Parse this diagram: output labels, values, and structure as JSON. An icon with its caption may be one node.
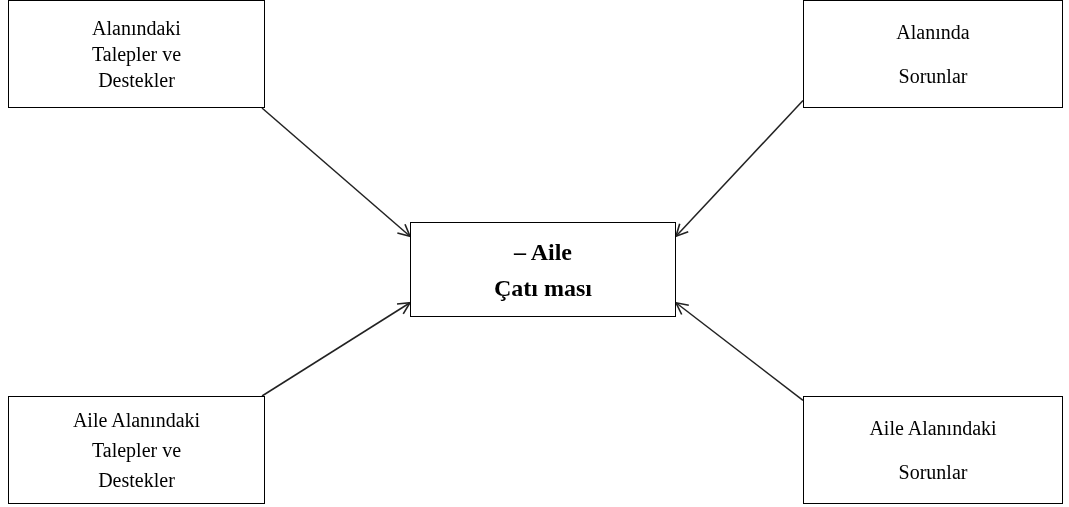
{
  "diagram": {
    "nodes": [
      {
        "text": [
          "Alanındaki Talepler ve Destekler"
        ]
      },
      {
        "text": [
          "Alanında Sorunlar"
        ]
      },
      {
        "text": [
          "– Aile Çatı ması"
        ]
      },
      {
        "text": [
          "Aile Alanındaki Talepler ve Destekler"
        ]
      },
      {
        "text": [
          "Aile Alanındaki Sorunlar"
        ]
      }
    ],
    "edges": [
      {
        "from": 0,
        "to": 2,
        "arrow": "to"
      },
      {
        "from": 1,
        "to": 2,
        "arrow": "to"
      },
      {
        "from": 3,
        "to": 2,
        "arrow": "to"
      },
      {
        "from": 4,
        "to": 2,
        "arrow": "to"
      }
    ]
  }
}
